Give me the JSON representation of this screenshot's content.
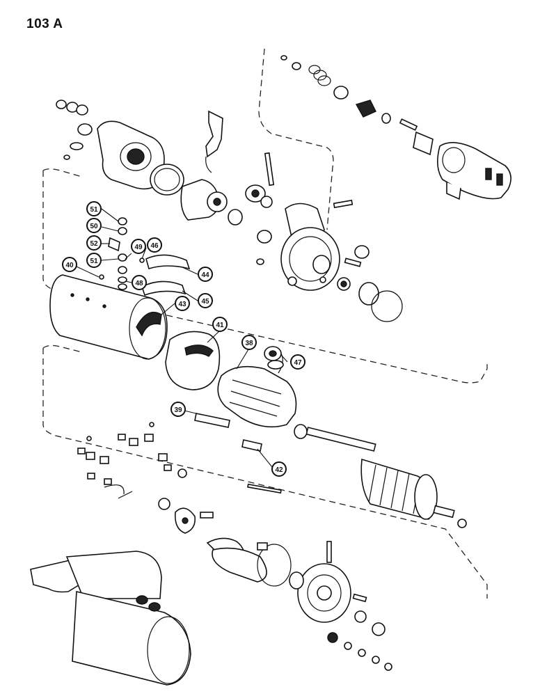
{
  "page": {
    "number": "103 A"
  },
  "diagram": {
    "subject": "starter-motor-exploded-view",
    "callouts": [
      {
        "id": "c38",
        "label": "38"
      },
      {
        "id": "c39",
        "label": "39"
      },
      {
        "id": "c40",
        "label": "40"
      },
      {
        "id": "c41",
        "label": "41"
      },
      {
        "id": "c42",
        "label": "42"
      },
      {
        "id": "c43",
        "label": "43"
      },
      {
        "id": "c44",
        "label": "44"
      },
      {
        "id": "c45",
        "label": "45"
      },
      {
        "id": "c46",
        "label": "46"
      },
      {
        "id": "c47",
        "label": "47"
      },
      {
        "id": "c48",
        "label": "48"
      },
      {
        "id": "c49",
        "label": "49"
      },
      {
        "id": "c50",
        "label": "50"
      },
      {
        "id": "c51a",
        "label": "51"
      },
      {
        "id": "c51b",
        "label": "51"
      },
      {
        "id": "c52",
        "label": "52"
      }
    ]
  }
}
